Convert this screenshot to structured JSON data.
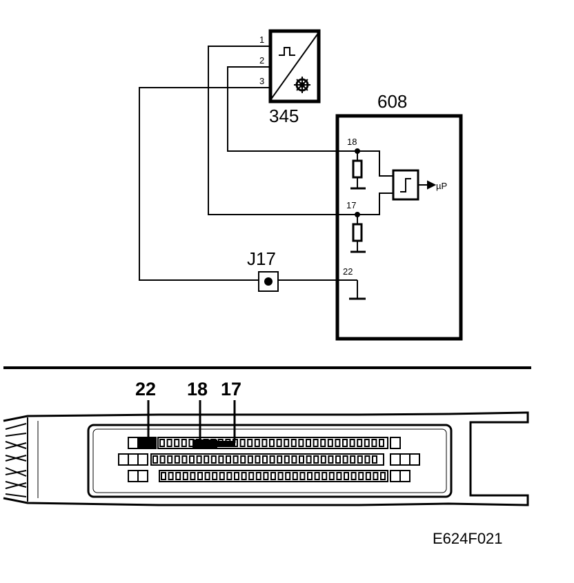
{
  "diagram": {
    "sensor": {
      "id": "345",
      "pins": [
        "1",
        "2",
        "3"
      ]
    },
    "ecu": {
      "id": "608",
      "pins": [
        "18",
        "17",
        "22"
      ],
      "output_label": "µP"
    },
    "junction": {
      "id": "J17"
    },
    "connector_pins": [
      "22",
      "18",
      "17"
    ],
    "figure_code": "E624F021"
  }
}
